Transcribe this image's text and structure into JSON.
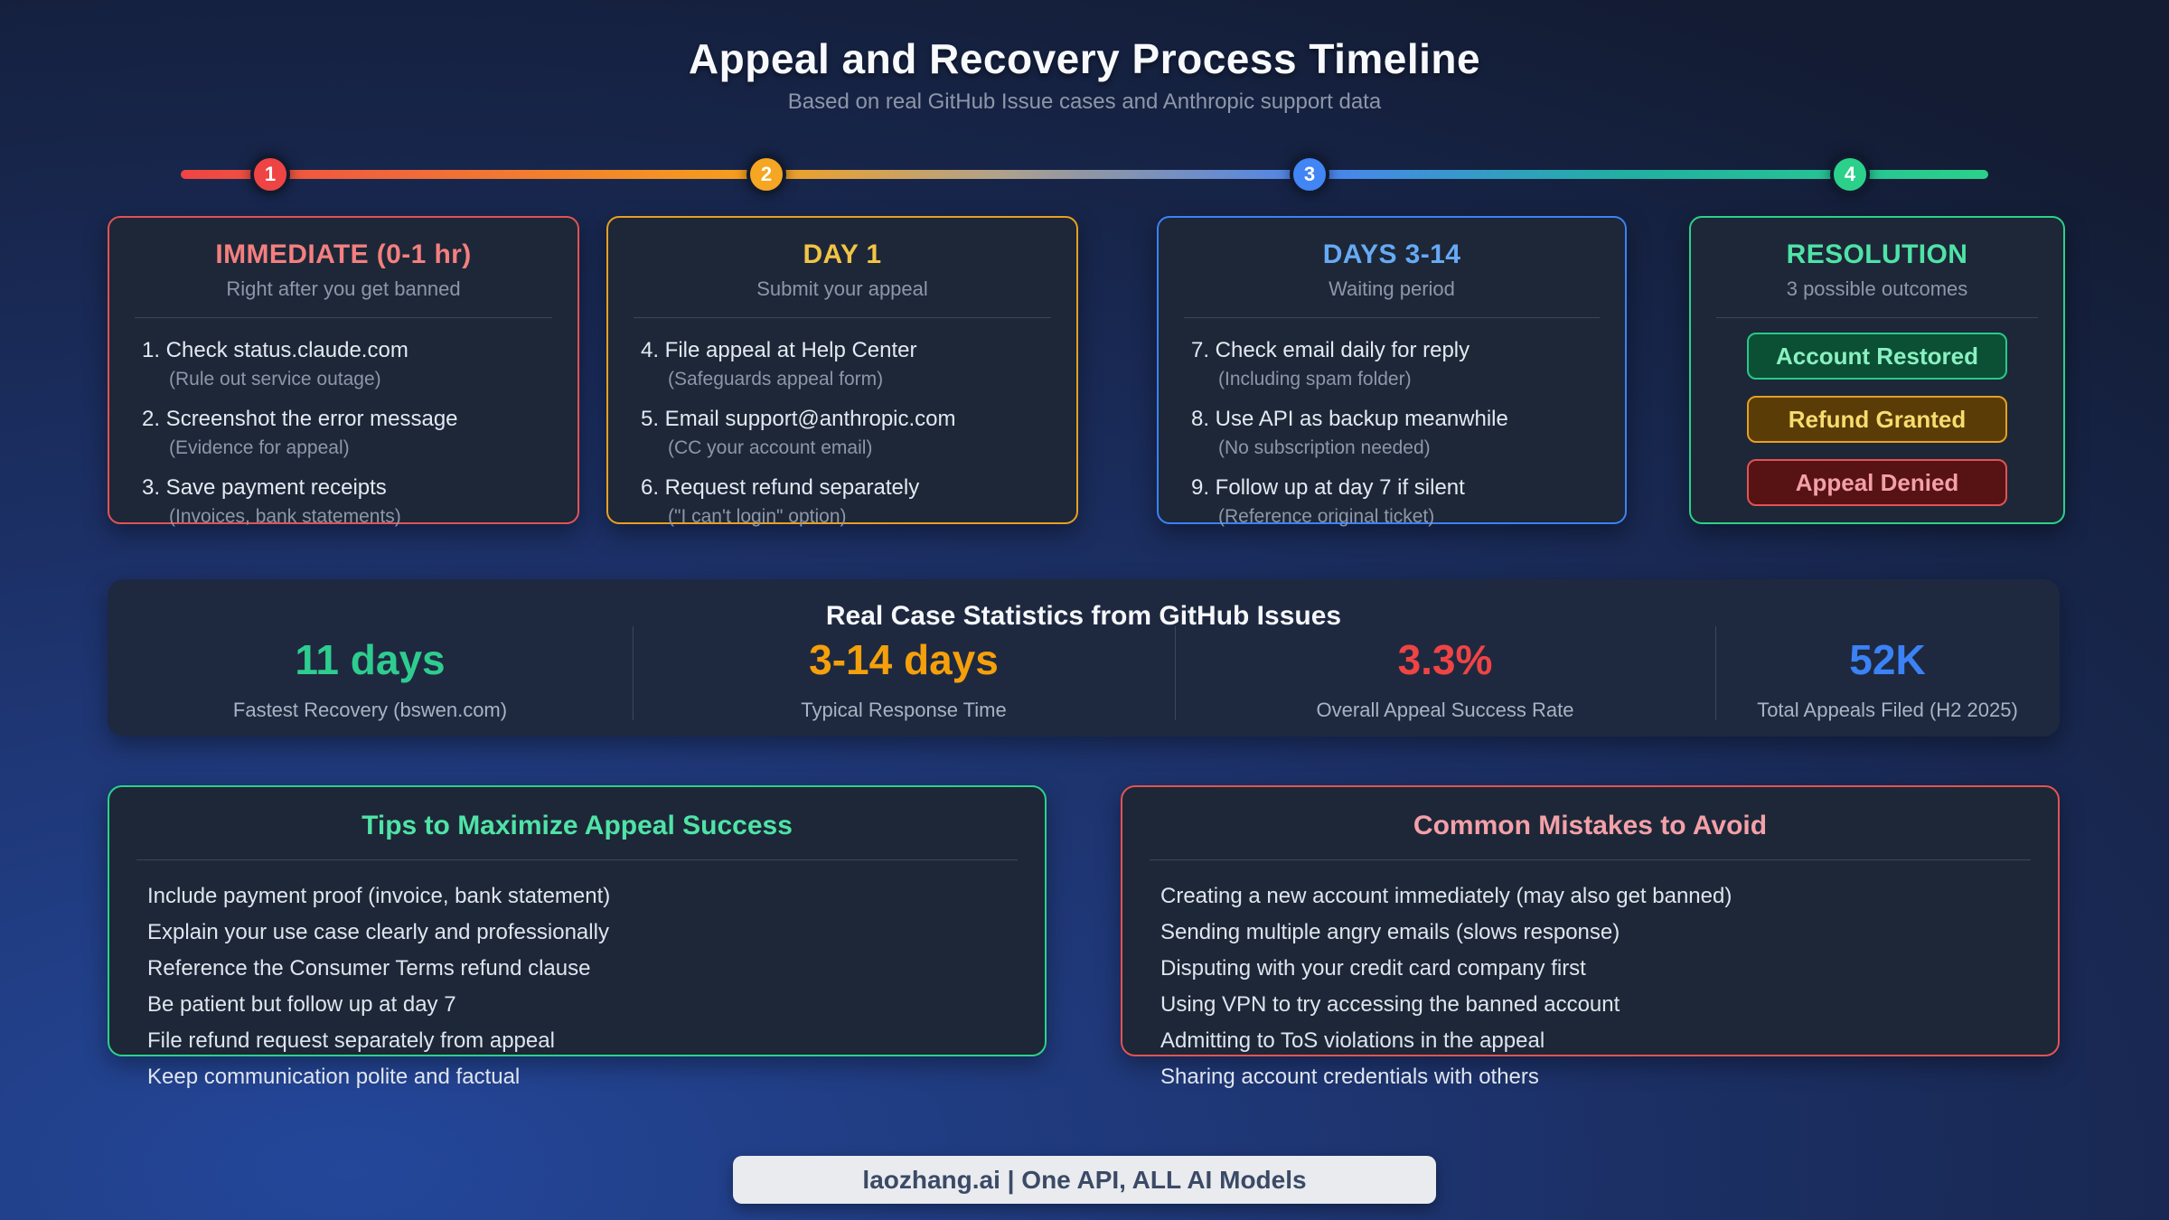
{
  "page": {
    "title": "Appeal and Recovery Process Timeline",
    "subtitle": "Based on real GitHub Issue cases and Anthropic support data"
  },
  "timeline": {
    "markers": [
      {
        "number": "1",
        "color": "#ef4444"
      },
      {
        "number": "2",
        "color": "#f5a623"
      },
      {
        "number": "3",
        "color": "#4285f4"
      },
      {
        "number": "4",
        "color": "#2bd18a"
      }
    ]
  },
  "phases": [
    {
      "title": "IMMEDIATE (0-1 hr)",
      "subtitle": "Right after you get banned",
      "accent": "#f47f7f",
      "border": "#e25353",
      "steps": [
        {
          "text": "1. Check status.claude.com",
          "note": "(Rule out service outage)"
        },
        {
          "text": "2. Screenshot the error message",
          "note": "(Evidence for appeal)"
        },
        {
          "text": "3. Save payment receipts",
          "note": "(Invoices, bank statements)"
        }
      ]
    },
    {
      "title": "DAY 1",
      "subtitle": "Submit your appeal",
      "accent": "#f2c445",
      "border": "#e8a01f",
      "steps": [
        {
          "text": "4. File appeal at Help Center",
          "note": "(Safeguards appeal form)"
        },
        {
          "text": "5. Email support@anthropic.com",
          "note": "(CC your account email)"
        },
        {
          "text": "6. Request refund separately",
          "note": "(\"I can't login\" option)"
        }
      ]
    },
    {
      "title": "DAYS 3-14",
      "subtitle": "Waiting period",
      "accent": "#66aaf5",
      "border": "#3b82f6",
      "steps": [
        {
          "text": "7. Check email daily for reply",
          "note": "(Including spam folder)"
        },
        {
          "text": "8. Use API as backup meanwhile",
          "note": "(No subscription needed)"
        },
        {
          "text": "9. Follow up at day 7 if silent",
          "note": "(Reference original ticket)"
        }
      ]
    },
    {
      "title": "RESOLUTION",
      "subtitle": "3 possible outcomes",
      "accent": "#4fe3a7",
      "border": "#2bd189",
      "outcomes": [
        {
          "label": "Account Restored",
          "bg": "#0b4f35",
          "border": "#27c98a",
          "text": "#8af0c0"
        },
        {
          "label": "Refund Granted",
          "bg": "#5a3c06",
          "border": "#e8a01d",
          "text": "#f7dc6f"
        },
        {
          "label": "Appeal Denied",
          "bg": "#571313",
          "border": "#e25353",
          "text": "#f4a0a8"
        }
      ]
    }
  ],
  "stats": {
    "heading": "Real Case Statistics from GitHub Issues",
    "items": [
      {
        "value": "11 days",
        "label": "Fastest Recovery (bswen.com)",
        "color": "#2ecc8f"
      },
      {
        "value": "3-14 days",
        "label": "Typical Response Time",
        "color": "#f5a00b"
      },
      {
        "value": "3.3%",
        "label": "Overall Appeal Success Rate",
        "color": "#ef4444"
      },
      {
        "value": "52K",
        "label": "Total Appeals Filed (H2 2025)",
        "color": "#3b82f6"
      }
    ]
  },
  "tips": {
    "title": "Tips to Maximize Appeal Success",
    "items": [
      "Include payment proof (invoice, bank statement)",
      "Explain your use case clearly and professionally",
      "Reference the Consumer Terms refund clause",
      "Be patient but follow up at day 7",
      "File refund request separately from appeal",
      "Keep communication polite and factual"
    ]
  },
  "mistakes": {
    "title": "Common Mistakes to Avoid",
    "items": [
      "Creating a new account immediately (may also get banned)",
      "Sending multiple angry emails (slows response)",
      "Disputing with your credit card company first",
      "Using VPN to try accessing the banned account",
      "Admitting to ToS violations in the appeal",
      "Sharing account credentials with others"
    ]
  },
  "footer": {
    "brand": "laozhang.ai | One API, ALL AI Models"
  }
}
